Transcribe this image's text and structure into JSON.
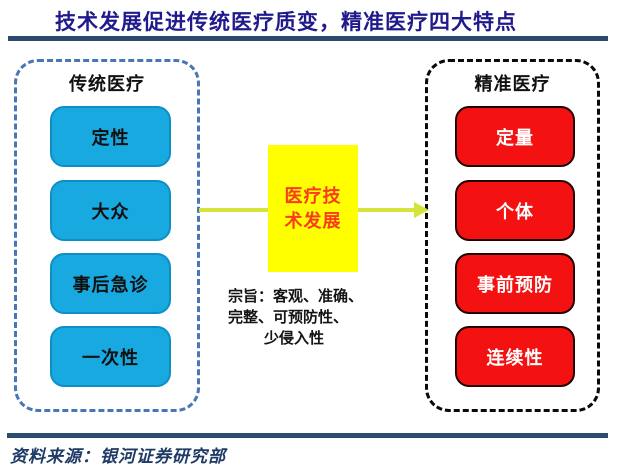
{
  "title": "技术发展促进传统医疗质变，精准医疗四大特点",
  "left_panel": {
    "title": "传统医疗",
    "items": [
      "定性",
      "大众",
      "事后急诊",
      "一次性"
    ]
  },
  "center": {
    "label_line1": "医疗技",
    "label_line2": "术发展",
    "note_line1": "宗旨：客观、准确、",
    "note_line2": "完整、可预防性、",
    "note_line3": "少侵入性"
  },
  "right_panel": {
    "title": "精准医疗",
    "items": [
      "定量",
      "个体",
      "事前预防",
      "连续性"
    ]
  },
  "source": "资料来源：银河证券研究部",
  "colors": {
    "title_text": "#201a8c",
    "rule": "#2b4a6d",
    "left_panel_border": "#4a77b4",
    "left_box_fill": "#19a9e1",
    "left_box_text": "#101010",
    "center_box_fill": "#ffff00",
    "center_box_text": "#fa3b1d",
    "arrow": "#d5e33d",
    "right_panel_border": "#0a0a0a",
    "right_box_fill": "#f31111",
    "right_box_text": "#ffffff",
    "source_text": "#1e3a66"
  }
}
